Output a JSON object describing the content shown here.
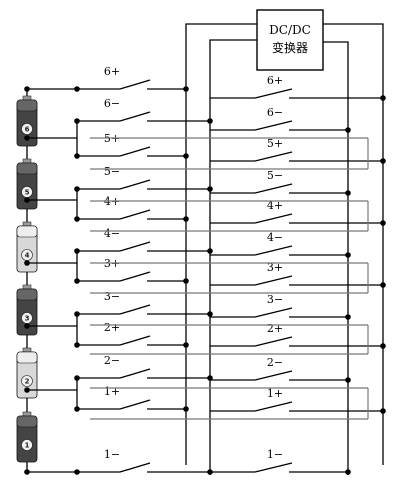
{
  "converter": {
    "line1": "DC/DC",
    "line2": "变换器"
  },
  "batteries": [
    {
      "number": "6",
      "style": "dark"
    },
    {
      "number": "5",
      "style": "dark"
    },
    {
      "number": "4",
      "style": "light"
    },
    {
      "number": "3",
      "style": "dark"
    },
    {
      "number": "2",
      "style": "light"
    },
    {
      "number": "1",
      "style": "dark"
    }
  ],
  "left_switches": [
    "6+",
    "6−",
    "5+",
    "5−",
    "4+",
    "4−",
    "3+",
    "3−",
    "2+",
    "2−",
    "1+",
    "1−"
  ],
  "right_switches": [
    "6+",
    "6−",
    "5+",
    "5−",
    "4+",
    "4−",
    "3+",
    "3−",
    "2+",
    "2−",
    "1+",
    "1−"
  ]
}
